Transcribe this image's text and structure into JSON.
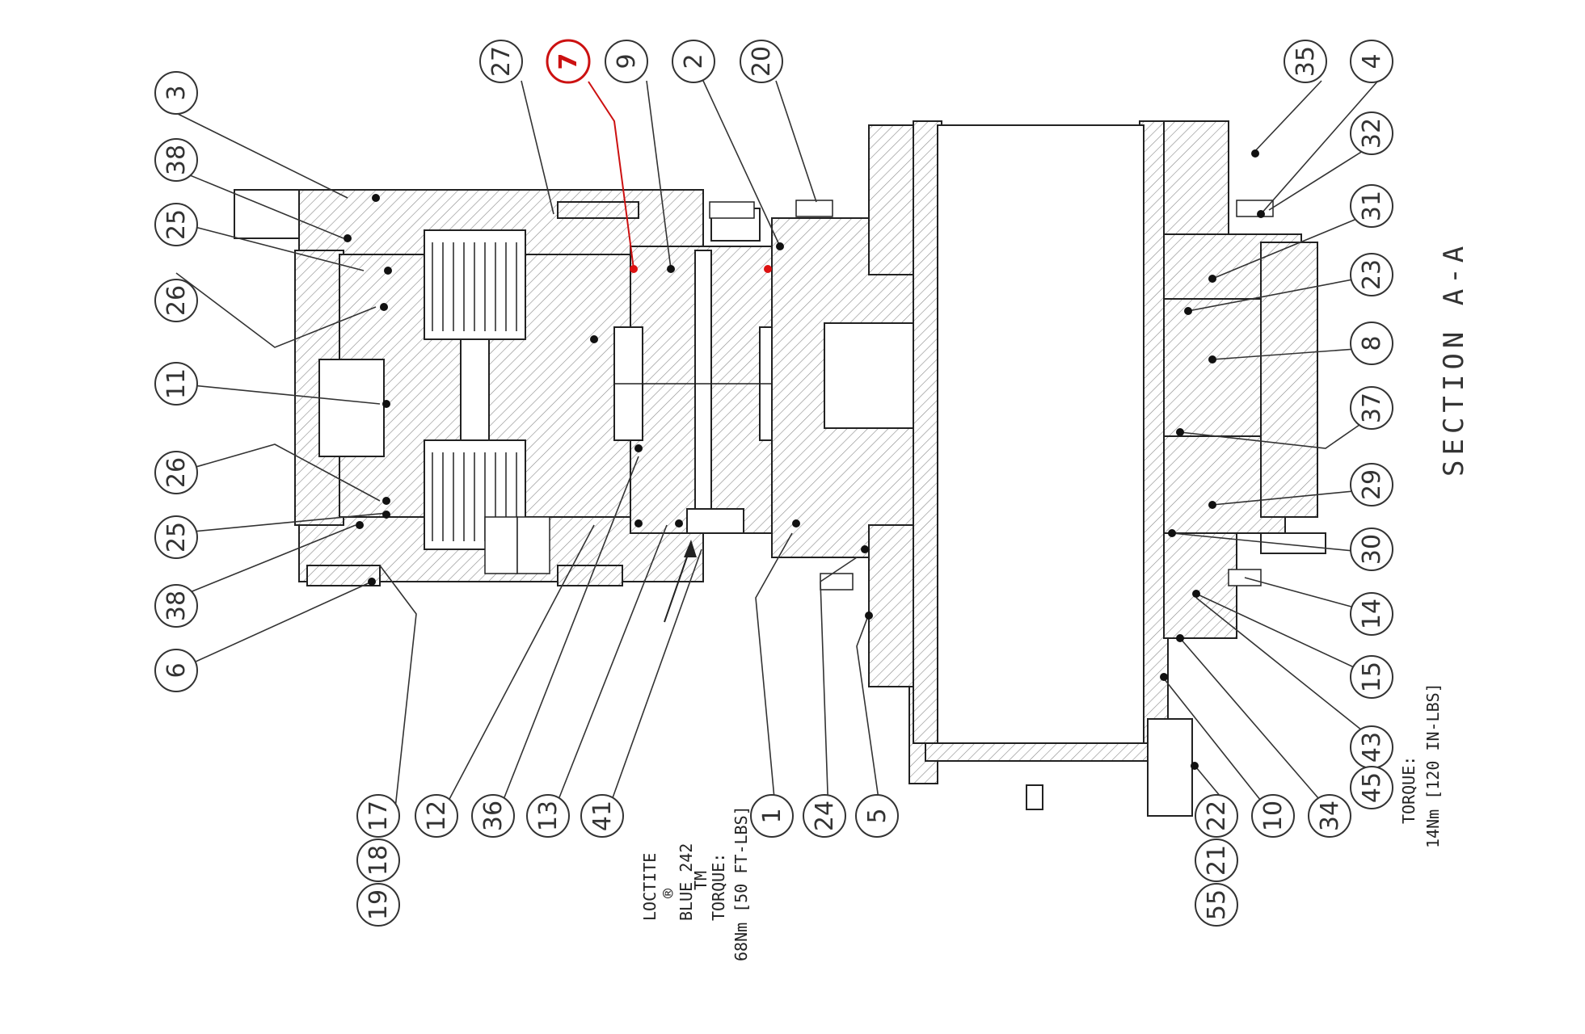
{
  "drawing": {
    "section_title": "SECTION A-A",
    "highlight_color": "#cc1111",
    "line_color": "#333333"
  },
  "notes": {
    "loctite_lines": [
      "LOCTITE",
      "®",
      "BLUE 242",
      "TM",
      "TORQUE:",
      "68Nm [50 FT-LBS]"
    ],
    "torque_right_lines": [
      "TORQUE:",
      "14Nm [120 IN-LBS]"
    ]
  },
  "callouts": [
    {
      "id": "c3",
      "label": "3",
      "highlight": false
    },
    {
      "id": "c38a",
      "label": "38",
      "highlight": false
    },
    {
      "id": "c25a",
      "label": "25",
      "highlight": false
    },
    {
      "id": "c26a",
      "label": "26",
      "highlight": false
    },
    {
      "id": "c11",
      "label": "11",
      "highlight": false
    },
    {
      "id": "c26b",
      "label": "26",
      "highlight": false
    },
    {
      "id": "c25b",
      "label": "25",
      "highlight": false
    },
    {
      "id": "c38b",
      "label": "38",
      "highlight": false
    },
    {
      "id": "c6",
      "label": "6",
      "highlight": false
    },
    {
      "id": "c27",
      "label": "27",
      "highlight": false
    },
    {
      "id": "c7",
      "label": "7",
      "highlight": true
    },
    {
      "id": "c9",
      "label": "9",
      "highlight": false
    },
    {
      "id": "c2",
      "label": "2",
      "highlight": false
    },
    {
      "id": "c20",
      "label": "20",
      "highlight": false
    },
    {
      "id": "c35",
      "label": "35",
      "highlight": false
    },
    {
      "id": "c4",
      "label": "4",
      "highlight": false
    },
    {
      "id": "c32",
      "label": "32",
      "highlight": false
    },
    {
      "id": "c31",
      "label": "31",
      "highlight": false
    },
    {
      "id": "c23",
      "label": "23",
      "highlight": false
    },
    {
      "id": "c8",
      "label": "8",
      "highlight": false
    },
    {
      "id": "c37",
      "label": "37",
      "highlight": false
    },
    {
      "id": "c29",
      "label": "29",
      "highlight": false
    },
    {
      "id": "c30",
      "label": "30",
      "highlight": false
    },
    {
      "id": "c14",
      "label": "14",
      "highlight": false
    },
    {
      "id": "c15",
      "label": "15",
      "highlight": false
    },
    {
      "id": "c43",
      "label": "43",
      "highlight": false
    },
    {
      "id": "c45",
      "label": "45",
      "highlight": false
    },
    {
      "id": "c17",
      "label": "17",
      "highlight": false
    },
    {
      "id": "c18",
      "label": "18",
      "highlight": false
    },
    {
      "id": "c19",
      "label": "19",
      "highlight": false
    },
    {
      "id": "c12",
      "label": "12",
      "highlight": false
    },
    {
      "id": "c36",
      "label": "36",
      "highlight": false
    },
    {
      "id": "c13",
      "label": "13",
      "highlight": false
    },
    {
      "id": "c41",
      "label": "41",
      "highlight": false
    },
    {
      "id": "c1",
      "label": "1",
      "highlight": false
    },
    {
      "id": "c24",
      "label": "24",
      "highlight": false
    },
    {
      "id": "c5",
      "label": "5",
      "highlight": false
    },
    {
      "id": "c22",
      "label": "22",
      "highlight": false
    },
    {
      "id": "c21",
      "label": "21",
      "highlight": false
    },
    {
      "id": "c55",
      "label": "55",
      "highlight": false
    },
    {
      "id": "c10",
      "label": "10",
      "highlight": false
    },
    {
      "id": "c34",
      "label": "34",
      "highlight": false
    }
  ]
}
